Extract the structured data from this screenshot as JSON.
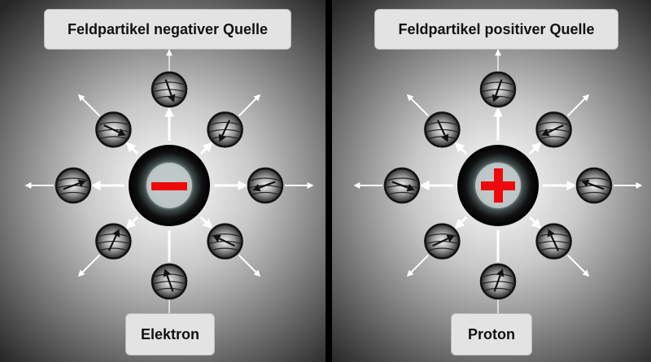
{
  "panels": [
    {
      "title": "Feldpartikel negativer Quelle",
      "particle_name": "Elektron",
      "source_sign": "minus",
      "arrow_direction": "outward"
    },
    {
      "title": "Feldpartikel positiver Quelle",
      "particle_name": "Proton",
      "source_sign": "plus",
      "arrow_direction": "outward"
    }
  ],
  "colors": {
    "background_center": "#ffffff",
    "background_edge": "#262626",
    "arrow": "#ffffff",
    "sign": "#ee0a0a",
    "label_background": "#e3e3e3"
  },
  "icons": [
    "field-particle-icon",
    "source-sphere-icon",
    "minus-sign-icon",
    "plus-sign-icon",
    "field-arrow-icon"
  ]
}
